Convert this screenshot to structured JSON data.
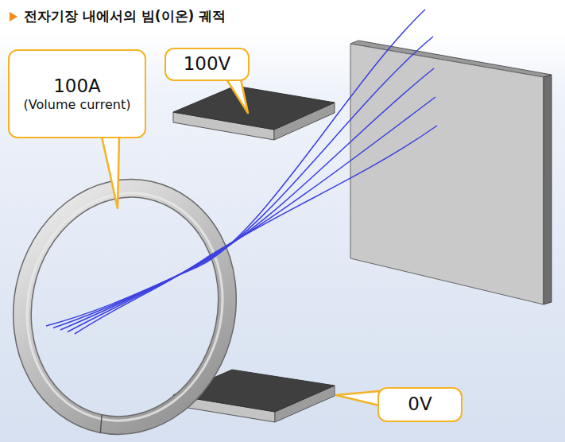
{
  "diagram": {
    "title": "전자기장 내에서의 빔(이온) 궤적",
    "nodes": [
      {
        "text": [
          "100A",
          "(Volume current)"
        ]
      },
      {
        "text": [
          "100V"
        ]
      },
      {
        "text": [
          "0V"
        ]
      }
    ]
  }
}
